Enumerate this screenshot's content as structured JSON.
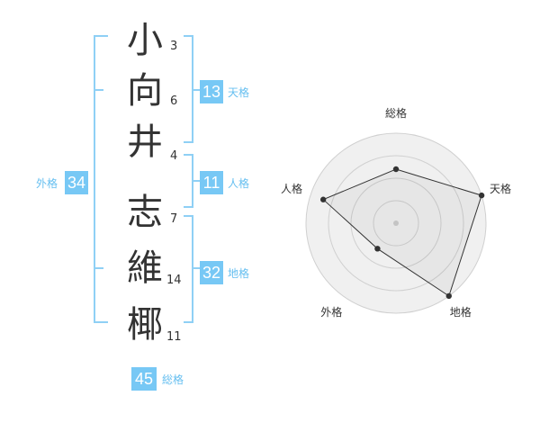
{
  "name": {
    "characters": [
      {
        "char": "小",
        "strokes": "3"
      },
      {
        "char": "向",
        "strokes": "6"
      },
      {
        "char": "井",
        "strokes": "4"
      },
      {
        "char": "志",
        "strokes": "7"
      },
      {
        "char": "維",
        "strokes": "14"
      },
      {
        "char": "椰",
        "strokes": "11"
      }
    ]
  },
  "fortunes": {
    "tenkaku": {
      "value": "13",
      "label": "天格"
    },
    "jinkaku": {
      "value": "11",
      "label": "人格"
    },
    "chikaku": {
      "value": "32",
      "label": "地格"
    },
    "gaikaku": {
      "value": "34",
      "label": "外格"
    },
    "soukaku": {
      "value": "45",
      "label": "総格"
    }
  },
  "colors": {
    "accent": "#77c8f5",
    "bracket": "#8fd0f5",
    "text": "#333333"
  },
  "chart_data": {
    "type": "radar",
    "axes": [
      "総格",
      "天格",
      "地格",
      "外格",
      "人格"
    ],
    "values": [
      0.6,
      1.0,
      1.0,
      0.35,
      0.85
    ],
    "range": [
      0,
      1
    ],
    "rings": 4
  }
}
